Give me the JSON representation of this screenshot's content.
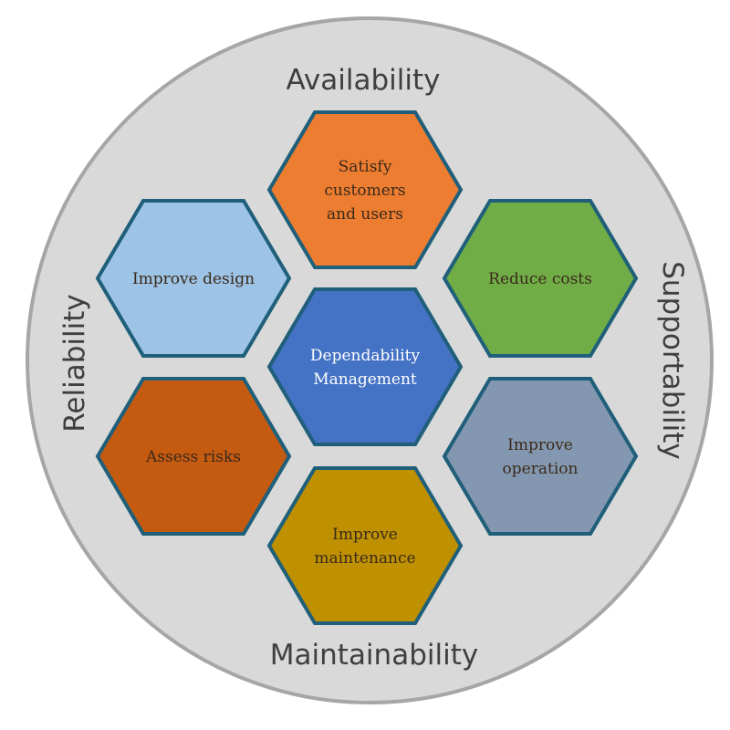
{
  "outer_ring": {
    "top_label": "Availability",
    "bottom_label": "Maintainability",
    "left_label": "Reliability",
    "right_label": "Supportability"
  },
  "hexagons": {
    "center": {
      "lines": [
        "Dependability",
        "Management"
      ],
      "color": "#4472c4"
    },
    "top": {
      "lines": [
        "Satisfy",
        "customers",
        "and users"
      ],
      "color": "#ed7d31"
    },
    "upper_left": {
      "lines": [
        "Improve design"
      ],
      "color": "#9dc3e6"
    },
    "upper_right": {
      "lines": [
        "Reduce costs"
      ],
      "color": "#70ad47"
    },
    "lower_left": {
      "lines": [
        "Assess risks"
      ],
      "color": "#c55a11"
    },
    "lower_right": {
      "lines": [
        "Improve",
        "operation"
      ],
      "color": "#8497b0"
    },
    "bottom": {
      "lines": [
        "Improve",
        "maintenance"
      ],
      "color": "#bf9000"
    }
  },
  "colors": {
    "circle_fill": "#d9d9d9",
    "circle_stroke": "#a6a6a6",
    "hex_stroke": "#1f5f7a"
  }
}
